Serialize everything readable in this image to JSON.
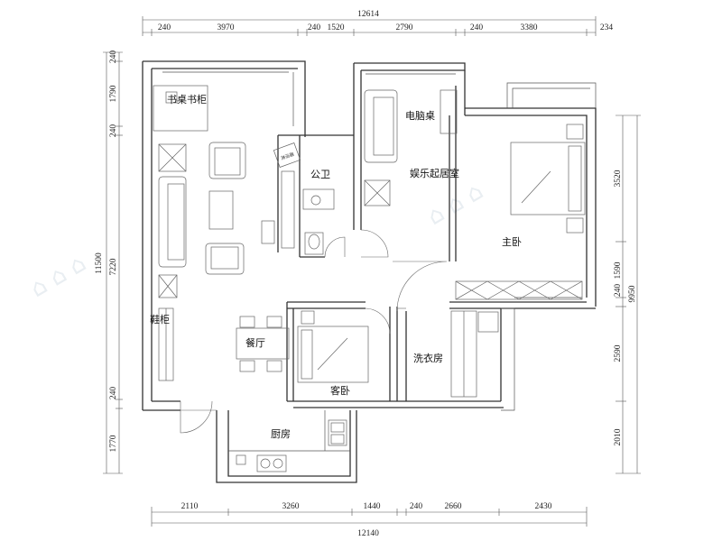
{
  "dimensions": {
    "top_total": "12614",
    "top_segments": [
      "240",
      "3970",
      "240",
      "1520",
      "2790",
      "240",
      "3380",
      "234"
    ],
    "bottom_total": "12140",
    "bottom_segments": [
      "2110",
      "3260",
      "1440",
      "240",
      "2660",
      "2430"
    ],
    "left_total": "11500",
    "left_segments": [
      "240",
      "1790",
      "240",
      "7220",
      "240",
      "1770"
    ],
    "right_total": "9950",
    "right_segments": [
      "3520",
      "240",
      "1590",
      "2590",
      "2010"
    ]
  },
  "rooms": {
    "study_desk": "书桌书柜",
    "public_bath": "公卫",
    "computer_desk": "电脑桌",
    "entertainment": "娱乐起居室",
    "master_bedroom": "主卧",
    "shoe_cabinet": "鞋柜",
    "dining": "餐厅",
    "guest_bedroom": "客卧",
    "laundry": "洗衣房",
    "kitchen": "厨房"
  },
  "bath_fixture_label": "淋浴器"
}
